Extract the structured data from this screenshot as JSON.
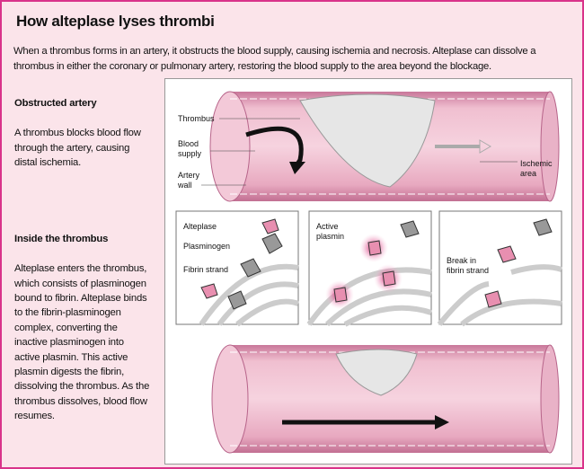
{
  "title": "How alteplase lyses thrombi",
  "intro": "When a thrombus forms in an artery, it obstructs the blood supply, causing ischemia and necrosis. Alteplase can dissolve a thrombus in either the coronary or pulmonary artery, restoring the blood supply to the area beyond the blockage.",
  "sections": [
    {
      "heading": "Obstructed artery",
      "body": "A thrombus blocks blood flow through the artery, causing distal ischemia."
    },
    {
      "heading": "Inside the thrombus",
      "body": "Alteplase enters the thrombus, which consists of plasminogen bound to fibrin. Alteplase binds to the fibrin-plasminogen complex, converting the inactive plasminogen into active plasmin. This active plasmin digests the fibrin, dissolving the thrombus. As the thrombus dissolves, blood flow resumes."
    }
  ],
  "figure": {
    "artery_labels": {
      "thrombus": "Thrombus",
      "blood_supply_1": "Blood",
      "blood_supply_2": "supply",
      "artery_wall_1": "Artery",
      "artery_wall_2": "wall",
      "ischemic_1": "Ischemic",
      "ischemic_2": "area"
    },
    "panel1": {
      "alteplase": "Alteplase",
      "plasminogen": "Plasminogen",
      "fibrin": "Fibrin strand"
    },
    "panel2": {
      "active_1": "Active",
      "active_2": "plasmin"
    },
    "panel3": {
      "break_1": "Break in",
      "break_2": "fibrin strand"
    }
  },
  "colors": {
    "border": "#d9338a",
    "background": "#fbe4ea",
    "artery": "#e7a9c0"
  }
}
